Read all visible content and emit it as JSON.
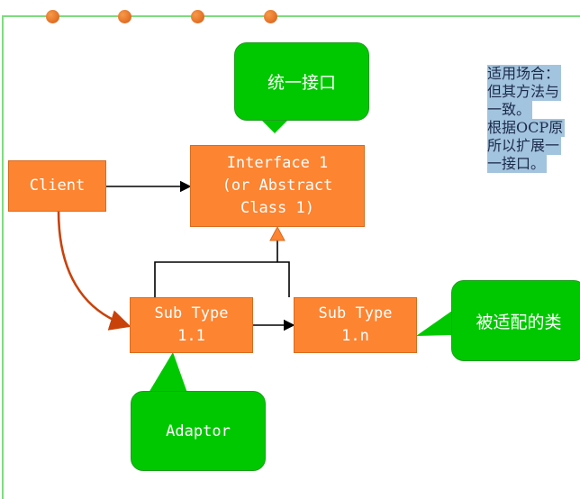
{
  "diagram": {
    "title": "Adapter pattern class diagram",
    "boxes": {
      "client": "Client",
      "interface": "Interface 1\n(or Abstract\nClass 1)",
      "subtype_1_1": "Sub Type\n1.1",
      "subtype_1_n": "Sub Type\n1.n"
    },
    "callouts": {
      "unified_interface": "统一接口",
      "adaptee": "被适配的类",
      "adaptor": "Adaptor"
    },
    "note_lines": [
      "适用场合：",
      "但其方法与",
      "一致。",
      "根据OCP原",
      "所以扩展一",
      "一接口。"
    ],
    "colors": {
      "box_fill": "#fd8431",
      "callout_fill": "#00c800",
      "frame": "#7ddc7d",
      "association_curve": "#c9420a",
      "note_highlight": "#a3c4de"
    }
  }
}
